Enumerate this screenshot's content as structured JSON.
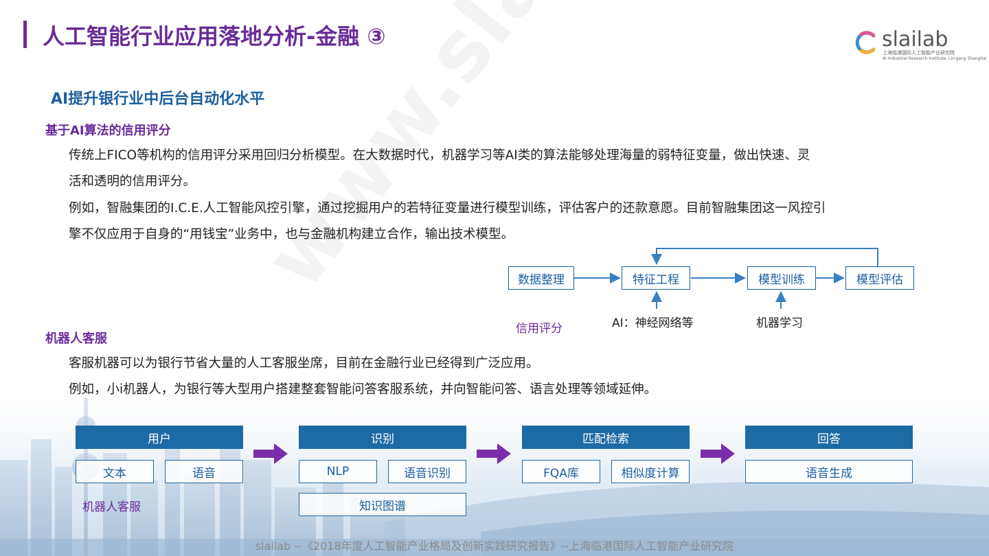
{
  "header": {
    "title": "人工智能行业应用落地分析-金融 ③",
    "logo_name": "slailab",
    "logo_sub_cn": "上海临港国际人工智能产业研究院",
    "logo_sub_en": "AI Industrial Research Institute, Lin'gang Shanghai"
  },
  "watermark": "www.slailab.cn",
  "subtitle": "AI提升银行业中后台自动化水平",
  "section1": {
    "heading": "基于AI算法的信用评分",
    "line1": "传统上FICO等机构的信用评分采用回归分析模型。在大数据时代，机器学习等AI类的算法能够处理海量的弱特征变量，做出快速、灵",
    "line2": "活和透明的信用评分。",
    "line3": "例如，智融集团的I.C.E.人工智能风控引擎，通过挖掘用户的若特征变量进行模型训练，评估客户的还款意愿。目前智融集团这一风控引",
    "line4": "擎不仅应用于自身的“用钱宝”业务中，也与金融机构建立合作，输出技术模型。"
  },
  "diagram1": {
    "boxes": [
      "数据整理",
      "特征工程",
      "模型训练",
      "模型评估"
    ],
    "label_ai": "AI：神经网络等",
    "label_ml": "机器学习",
    "caption": "信用评分"
  },
  "section2": {
    "heading": "机器人客服",
    "line1": "客服机器可以为银行节省大量的人工客服坐席，目前在金融行业已经得到广泛应用。",
    "line2": "例如，小i机器人，为银行等大型用户搭建整套智能问答客服系统，并向智能问答、语言处理等领域延伸。"
  },
  "diagram2": {
    "headers": [
      "用户",
      "识别",
      "匹配检索",
      "回答"
    ],
    "user_items": [
      "文本",
      "语音"
    ],
    "recog_items": [
      "NLP",
      "语音识别"
    ],
    "recog_extra": "知识图谱",
    "match_items": [
      "FQA库",
      "相似度计算"
    ],
    "answer_items": [
      "语音生成"
    ],
    "caption": "机器人客服"
  },
  "footer": "slailab --《2018年度人工智能产业格局及创新实践研究报告》--上海临港国际人工智能产业研究院",
  "colors": {
    "purple": "#6a2c98",
    "blue": "#1b5fa0",
    "header_blue": "#1d6aa5",
    "arrow_purple": "#7a2fa8"
  }
}
